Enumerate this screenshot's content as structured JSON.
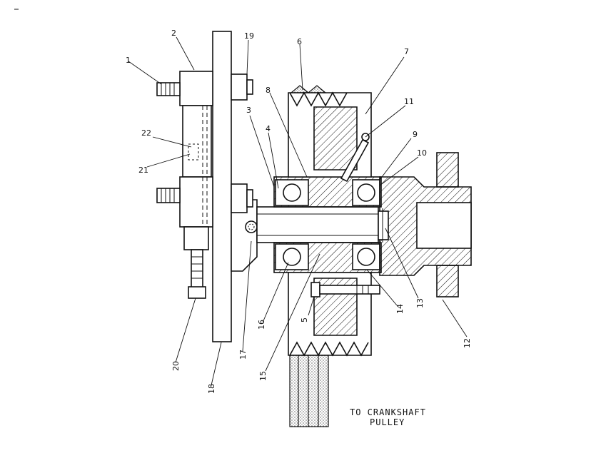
{
  "diagram": {
    "callouts": [
      "1",
      "2",
      "3",
      "4",
      "5",
      "6",
      "7",
      "8",
      "9",
      "10",
      "11",
      "12",
      "13",
      "14",
      "15",
      "16",
      "17",
      "18",
      "19",
      "20",
      "21",
      "22"
    ],
    "caption": {
      "line1": "TO CRANKSHAFT",
      "line2": "PULLEY"
    }
  }
}
